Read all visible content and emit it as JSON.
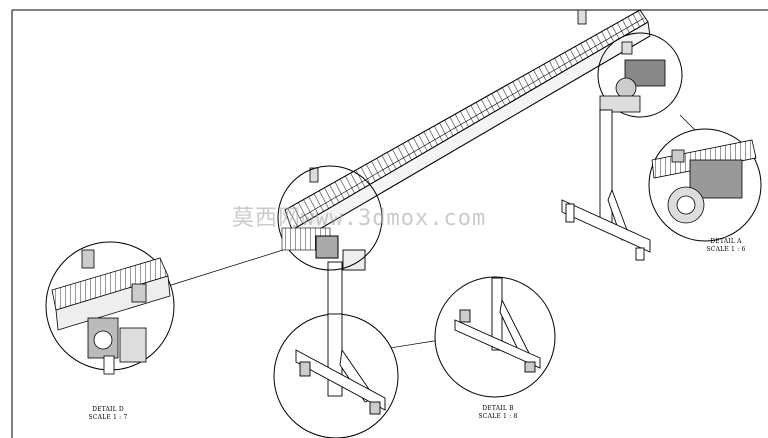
{
  "drawing": {
    "details": [
      {
        "title": "DETAIL A",
        "scale": "SCALE 1 : 6"
      },
      {
        "title": "DETAIL B",
        "scale": "SCALE 1 : 8"
      },
      {
        "title": "DETAIL D",
        "scale": "SCALE 1 : 7"
      }
    ],
    "watermark": "莫西网www.3dmox.com"
  }
}
